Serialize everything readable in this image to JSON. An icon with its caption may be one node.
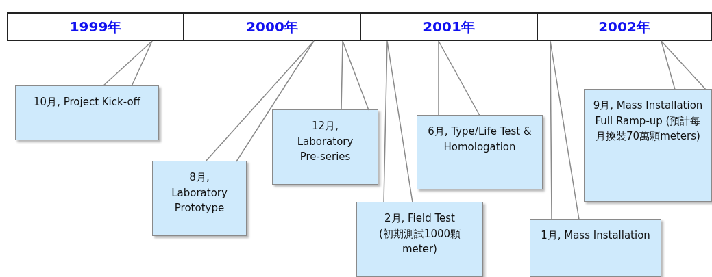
{
  "diagram": {
    "nodes": [
      {
        "text": [
          "1999年"
        ]
      },
      {
        "text": [
          "2000年"
        ]
      },
      {
        "text": [
          "2001年"
        ]
      },
      {
        "text": [
          "2002年"
        ]
      },
      {
        "text": [
          "10月, Project Kick-off"
        ]
      },
      {
        "text": [
          "8月, Laboratory Prototype"
        ]
      },
      {
        "text": [
          "12月, Laboratory Pre-series"
        ]
      },
      {
        "text": [
          "2月, Field Test (初期測試1000顆meter)"
        ]
      },
      {
        "text": [
          "6月, Type/Life Test & Homologation"
        ]
      },
      {
        "text": [
          "1月, Mass Installation"
        ]
      },
      {
        "text": [
          "9月, Mass Installation Full Ramp-up (預計每月換裝70萬顆meters)"
        ]
      }
    ],
    "edges": [
      {
        "from": 4,
        "to": 0,
        "arrow": "none"
      },
      {
        "from": 5,
        "to": 1,
        "arrow": "none"
      },
      {
        "from": 6,
        "to": 1,
        "arrow": "none"
      },
      {
        "from": 7,
        "to": 2,
        "arrow": "none"
      },
      {
        "from": 8,
        "to": 2,
        "arrow": "none"
      },
      {
        "from": 9,
        "to": 3,
        "arrow": "none"
      },
      {
        "from": 10,
        "to": 3,
        "arrow": "none"
      }
    ]
  }
}
